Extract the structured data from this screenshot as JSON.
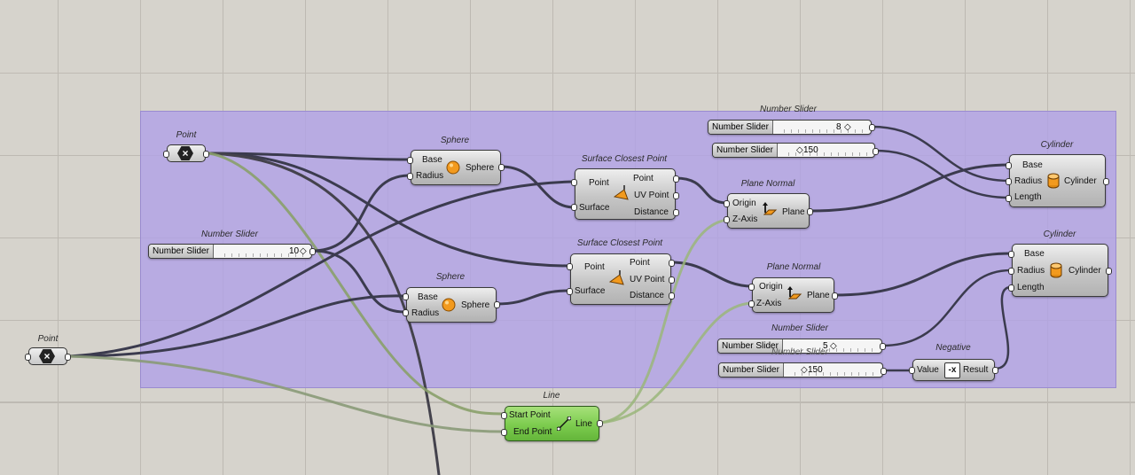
{
  "canvas": {
    "background": "#d6d3cc",
    "group_color": "#b0a0e8"
  },
  "point_params": [
    {
      "caption": "Point",
      "icon": "x-hexagon-icon"
    },
    {
      "caption": "Point",
      "icon": "x-hexagon-icon"
    }
  ],
  "sliders": [
    {
      "caption": "Number Slider",
      "label": "Number Slider",
      "value": "10"
    },
    {
      "caption": "Number Slider",
      "label": "Number Slider",
      "value": "8"
    },
    {
      "caption": "",
      "label": "Number Slider",
      "value": "150"
    },
    {
      "caption": "Number Slider",
      "label": "Number Slider",
      "value": "5"
    },
    {
      "caption": "Number Slider",
      "label": "Number Slider",
      "value": "150"
    }
  ],
  "spheres": [
    {
      "caption": "Sphere",
      "in": [
        "Base",
        "Radius"
      ],
      "out": "Sphere",
      "icon": "sphere-icon"
    },
    {
      "caption": "Sphere",
      "in": [
        "Base",
        "Radius"
      ],
      "out": "Sphere",
      "icon": "sphere-icon"
    }
  ],
  "scp": [
    {
      "caption": "Surface Closest Point",
      "in": [
        "Point",
        "Surface"
      ],
      "out": [
        "Point",
        "UV Point",
        "Distance"
      ],
      "icon": "closest-point-icon"
    },
    {
      "caption": "Surface Closest Point",
      "in": [
        "Point",
        "Surface"
      ],
      "out": [
        "Point",
        "UV Point",
        "Distance"
      ],
      "icon": "closest-point-icon"
    }
  ],
  "planes": [
    {
      "caption": "Plane Normal",
      "in": [
        "Origin",
        "Z-Axis"
      ],
      "out": "Plane",
      "icon": "plane-normal-icon"
    },
    {
      "caption": "Plane Normal",
      "in": [
        "Origin",
        "Z-Axis"
      ],
      "out": "Plane",
      "icon": "plane-normal-icon"
    }
  ],
  "cylinders": [
    {
      "caption": "Cylinder",
      "in": [
        "Base",
        "Radius",
        "Length"
      ],
      "out": "Cylinder",
      "icon": "cylinder-icon"
    },
    {
      "caption": "Cylinder",
      "in": [
        "Base",
        "Radius",
        "Length"
      ],
      "out": "Cylinder",
      "icon": "cylinder-icon"
    }
  ],
  "negative": {
    "caption": "Negative",
    "in": "Value",
    "out": "Result",
    "symbol": "-x"
  },
  "line": {
    "caption": "Line",
    "in": [
      "Start Point",
      "End Point"
    ],
    "out": "Line",
    "icon": "line-icon"
  }
}
